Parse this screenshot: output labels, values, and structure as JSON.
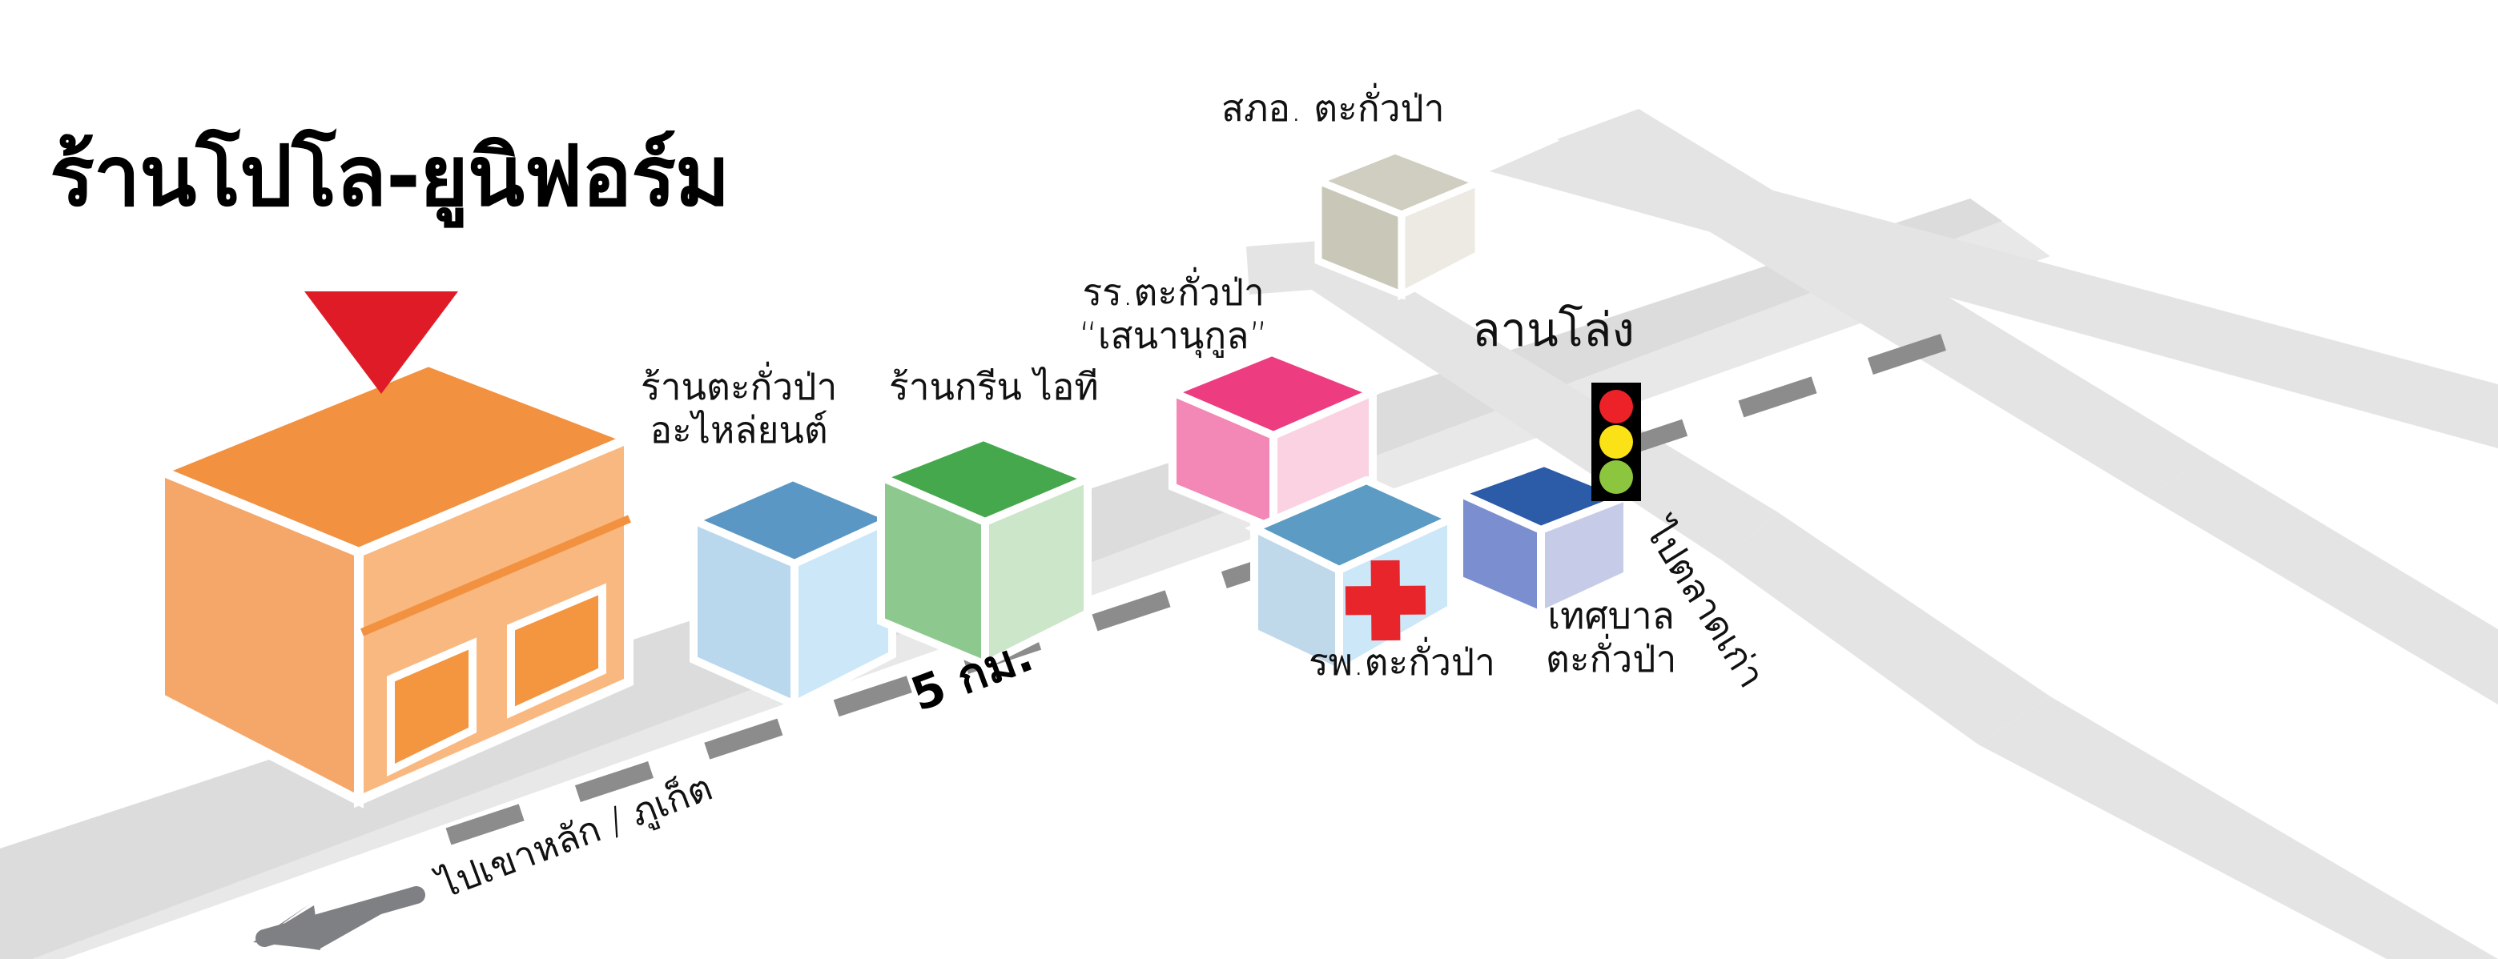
{
  "title": {
    "text": "ร้านโปโล-ยูนิฟอร์ม"
  },
  "marker": {
    "name": "location-pin-triangle",
    "color": "#e01b28"
  },
  "colors": {
    "background": "#ffffff",
    "road": "#e4e4e4",
    "road_main": "#d4d4d4",
    "road_dash": "#8c8c8c",
    "arrow": "#7f8084",
    "text": "#111111",
    "highlight_building_top": "#f29040",
    "highlight_building_left": "#f5a76a",
    "highlight_building_right": "#f7b077",
    "marker_red": "#e01b28",
    "cross_red": "#e8252b",
    "traffic_box": "#000000",
    "traffic_red": "#ec2228",
    "traffic_yellow": "#fbe216",
    "traffic_green": "#8cc63e"
  },
  "buildings": [
    {
      "id": "polo-uniform-shop",
      "label": "ร้านโปโล-ยูนิฟอร์ม",
      "top_color": "#f2913f",
      "left_color": "#f7b077",
      "right_color": "#f9bb8a",
      "highlighted": true
    },
    {
      "id": "takuapa-auto-parts",
      "label": "ร้านตะกั่วป่า\nอะไหล่ยนต์",
      "label_line1": "ร้านตะกั่วป่า",
      "label_line2": "อะไหล่ยนต์",
      "top_color": "#5b97c4",
      "left_color": "#b9d7ed",
      "right_color": "#cbe7f8"
    },
    {
      "id": "green-it-shop",
      "label": "ร้านกรีน ไอที",
      "top_color": "#46a84c",
      "left_color": "#8dc98e",
      "right_color": "#cbe6c9"
    },
    {
      "id": "takuapa-school-senanukul",
      "label_line1": "รร.ตะกั่วป่า",
      "label_line2": "“เสนานุกูล”",
      "top_color": "#ee3c80",
      "left_color": "#f387b5",
      "right_color": "#fbd2e2"
    },
    {
      "id": "takuapa-police-station",
      "label": "สภอ. ตะกั่วป่า",
      "top_color": "#cfcec0",
      "left_color": "#d8d7ca",
      "right_color": "#ecece6"
    },
    {
      "id": "takuapa-hospital",
      "label": "รพ.ตะกั่วป่า",
      "top_color": "#5b9bc4",
      "left_color": "#bfd8ea",
      "right_color": "#cbe7f8",
      "icon": "red-cross-icon"
    },
    {
      "id": "takuapa-municipality",
      "label_line1": "เทศบาล",
      "label_line2": "ตะกั่วป่า",
      "top_color": "#2c5ba8",
      "left_color": "#7b8ed0",
      "right_color": "#c6cbe8"
    }
  ],
  "labels": {
    "police_station": "สภอ. ตะกั่วป่า",
    "school_line1": "รร.ตะกั่วป่า",
    "school_line2": "“เสนานุกูล”",
    "open_plaza": "ลานโล่ง",
    "auto_parts_line1": "ร้านตะกั่วป่า",
    "auto_parts_line2": "อะไหล่ยนต์",
    "green_it": "ร้านกรีน ไอที",
    "hospital": "รพ.ตะกั่วป่า",
    "municipality_line1": "เทศบาล",
    "municipality_line2": "ตะกั่วป่า"
  },
  "roads": {
    "distance_label": "5 กม.",
    "to_old_market": "ไปตลาดเก่า",
    "to_khaolak_phuket": "ไปเขาหลัก / ภูเก็ต"
  },
  "traffic_light": {
    "name": "traffic-light",
    "lights": [
      "red",
      "yellow",
      "green"
    ]
  }
}
